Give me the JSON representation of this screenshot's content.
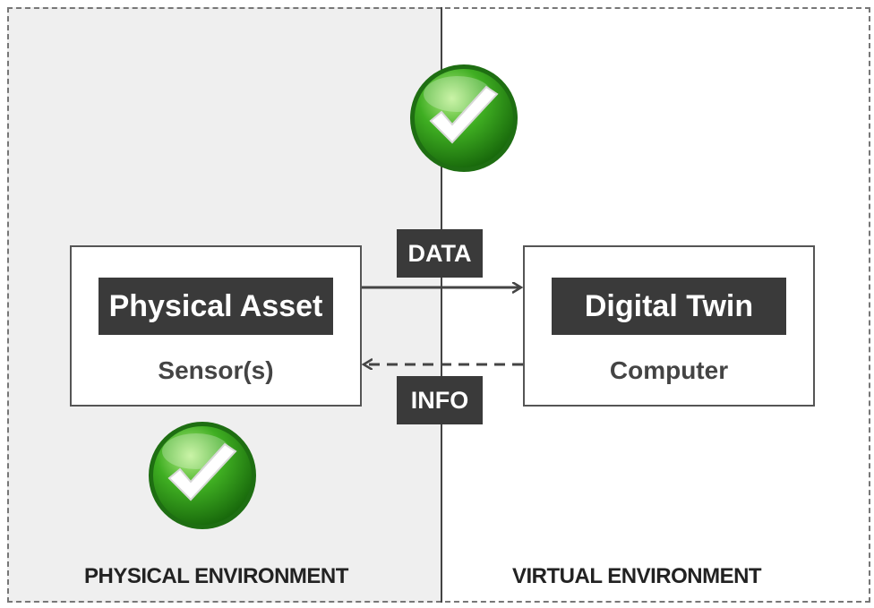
{
  "zones": {
    "physical_label": "PHYSICAL ENVIRONMENT",
    "virtual_label": "VIRTUAL ENVIRONMENT"
  },
  "nodes": {
    "physical_asset": {
      "title": "Physical Asset",
      "subtitle": "Sensor(s)"
    },
    "digital_twin": {
      "title": "Digital Twin",
      "subtitle": "Computer"
    }
  },
  "flows": {
    "data_label": "DATA",
    "info_label": "INFO"
  },
  "icons": {
    "checkmark_top": "check-circle-icon",
    "checkmark_bottom": "check-circle-icon"
  },
  "colors": {
    "physical_background": "#efefef",
    "label_fill": "#3a3a3a",
    "check_green": "#2f9a1c"
  }
}
